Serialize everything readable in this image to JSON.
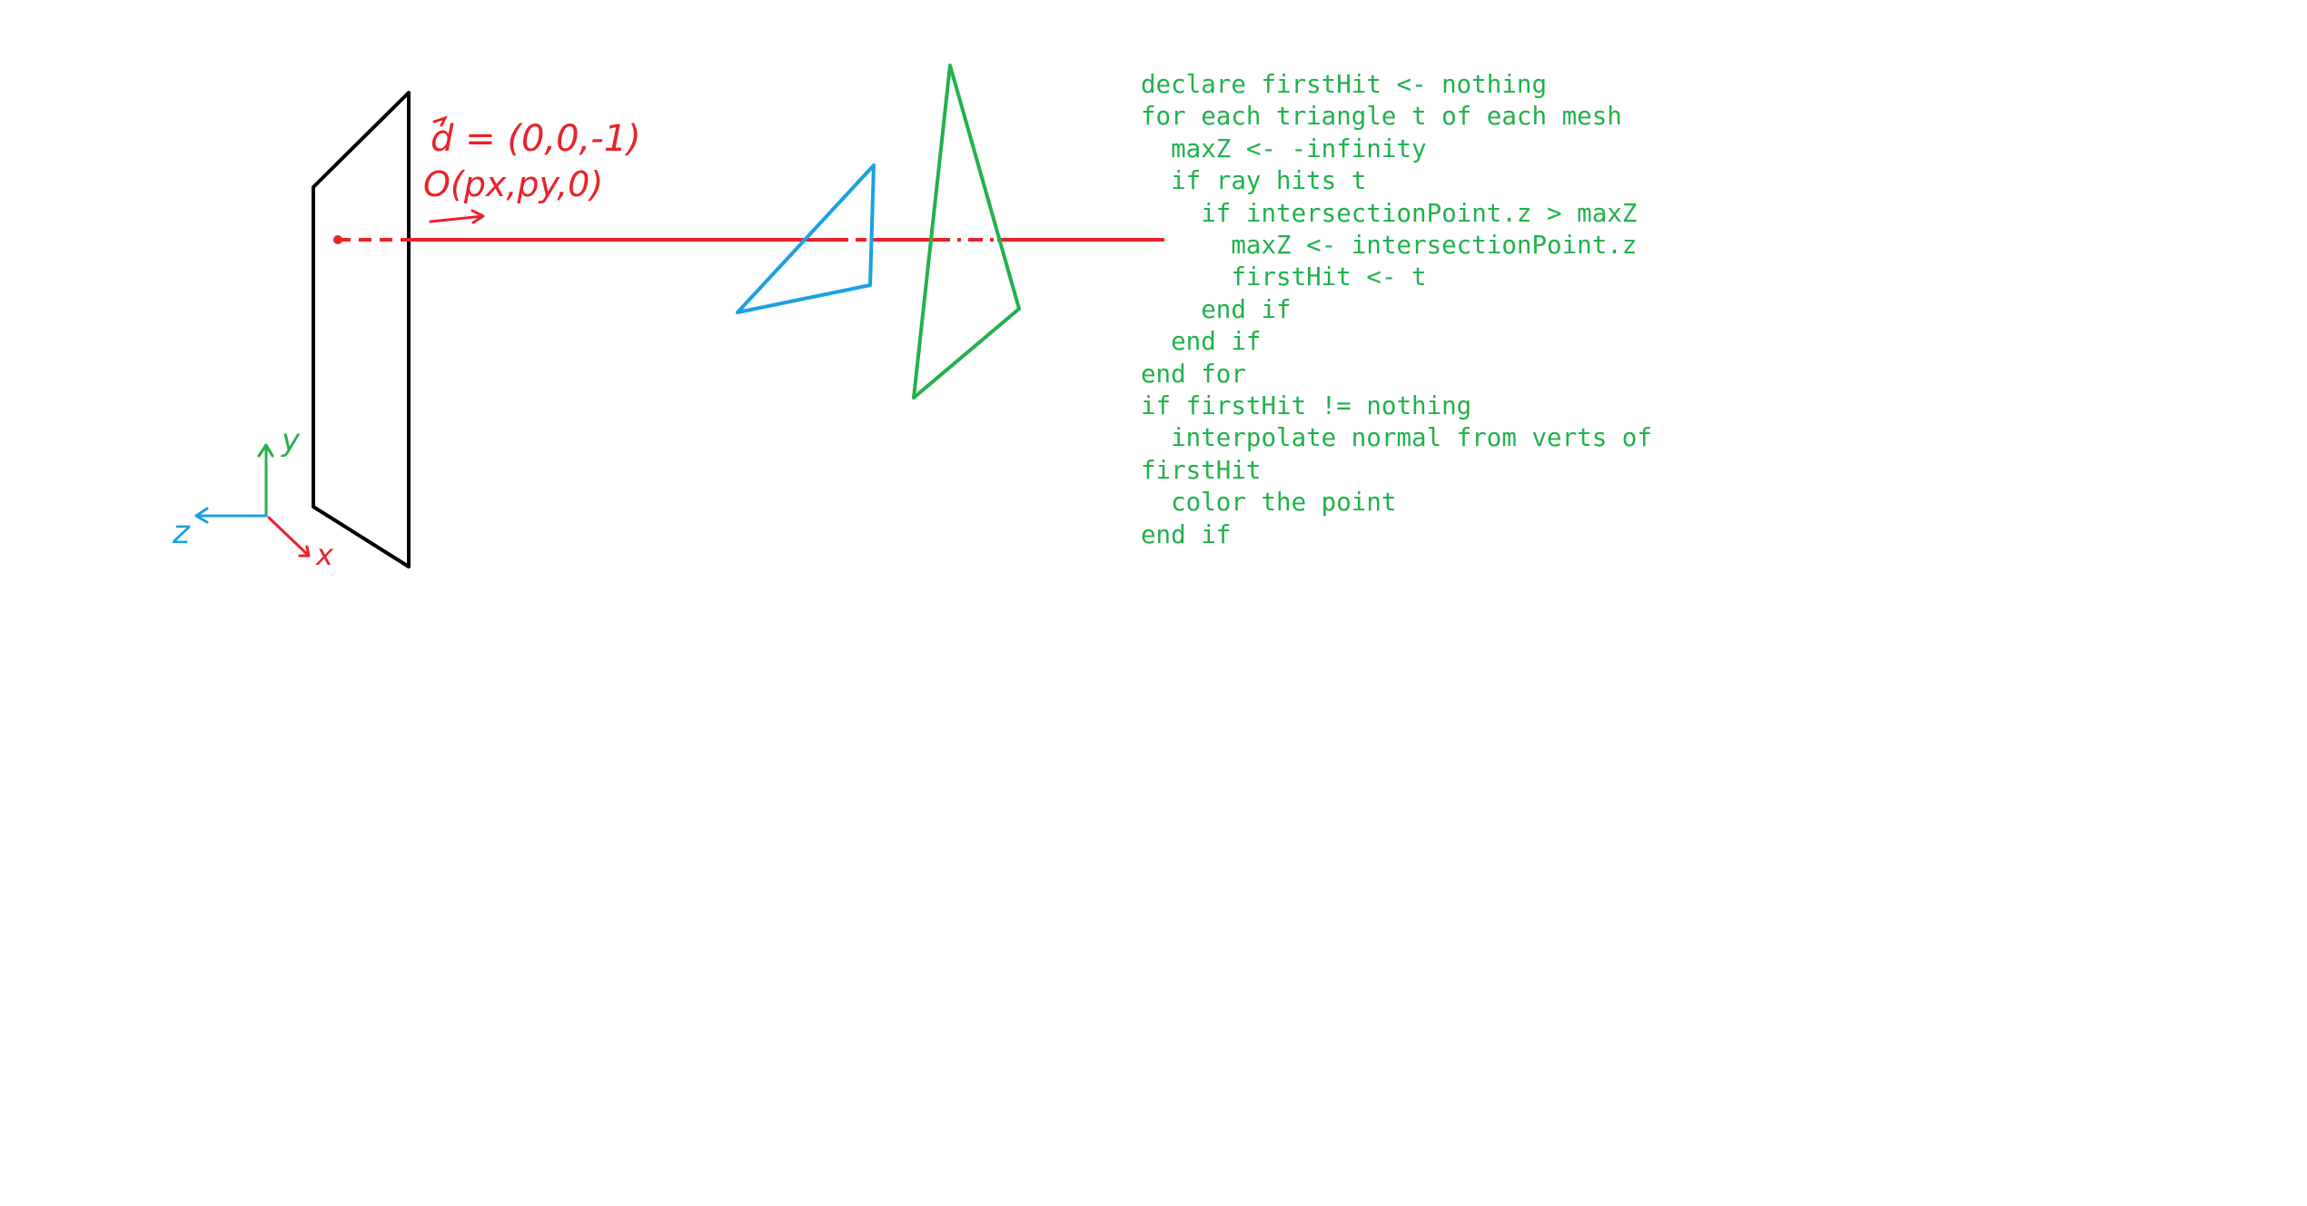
{
  "colors": {
    "ray": "#e8232a",
    "x_axis": "#e8232a",
    "y_axis": "#22b14c",
    "z_axis": "#1ca0e2",
    "plane": "#000000",
    "triangle_blue": "#1ca0e2",
    "triangle_green": "#22b14c",
    "code_text": "#22b14c"
  },
  "ray": {
    "direction_label": "d = (0,0,-1)",
    "origin_label": "O(px,py,0)"
  },
  "axes": {
    "x_label": "x",
    "y_label": "y",
    "z_label": "z"
  },
  "pseudocode": {
    "lines": [
      "declare firstHit <- nothing",
      "for each triangle t of each mesh",
      "  maxZ <- -infinity",
      "  if ray hits t",
      "    if intersectionPoint.z > maxZ",
      "      maxZ <- intersectionPoint.z",
      "      firstHit <- t",
      "    end if",
      "  end if",
      "end for",
      "if firstHit != nothing",
      "  interpolate normal from verts of",
      "firstHit",
      "  color the point",
      "end if"
    ]
  }
}
